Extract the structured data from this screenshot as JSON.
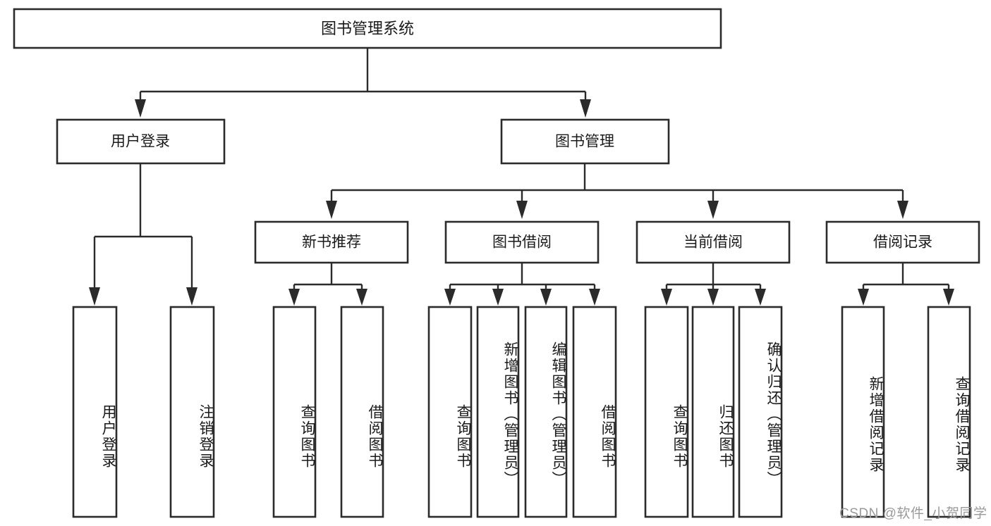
{
  "diagram": {
    "title_node": {
      "label": "图书管理系统"
    },
    "level2": [
      {
        "label": "用户登录"
      },
      {
        "label": "图书管理"
      }
    ],
    "level3": [
      {
        "label": "新书推荐"
      },
      {
        "label": "图书借阅"
      },
      {
        "label": "当前借阅"
      },
      {
        "label": "借阅记录"
      }
    ],
    "leaves": {
      "user_login": [
        {
          "label": "用户登录"
        },
        {
          "label": "注销登录"
        }
      ],
      "new_book_recommend": [
        {
          "label": "查询图书"
        },
        {
          "label": "借阅图书"
        }
      ],
      "book_borrow": [
        {
          "label": "查询图书"
        },
        {
          "label": "新增图书（管理员）"
        },
        {
          "label": "编辑图书（管理员）"
        },
        {
          "label": "借阅图书"
        }
      ],
      "current_borrow": [
        {
          "label": "查询图书"
        },
        {
          "label": "归还图书"
        },
        {
          "label": "确认归还（管理员）"
        }
      ],
      "borrow_record": [
        {
          "label": "新增借阅记录"
        },
        {
          "label": "查询借阅记录"
        }
      ]
    },
    "watermark": {
      "text": "CSDN @软件_小贺同学"
    },
    "colors": {
      "box_stroke": "#2b2b2b",
      "box_fill": "#ffffff",
      "text": "#1a1a1a",
      "watermark": "#9a9a9a",
      "background": "#ffffff"
    }
  }
}
